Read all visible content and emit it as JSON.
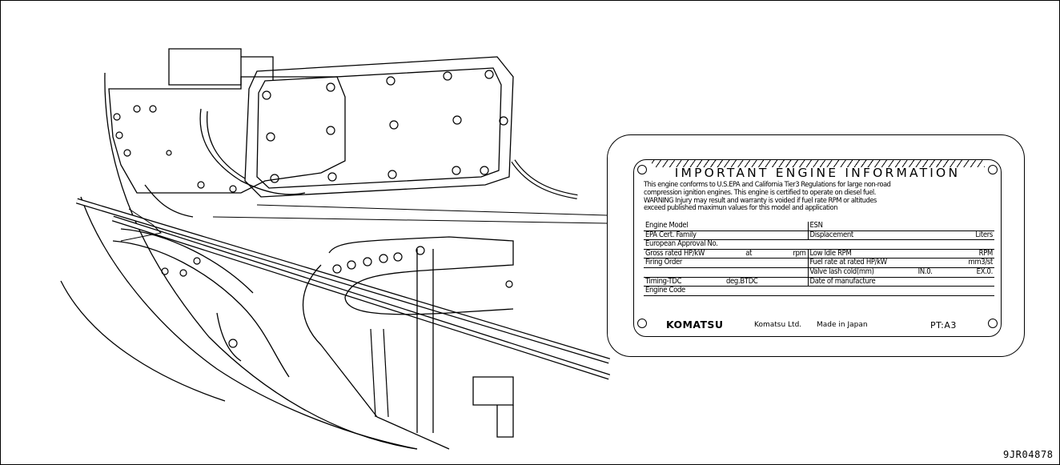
{
  "label": {
    "title": "IMPORTANT ENGINE INFORMATION",
    "intro_lines": [
      "This engine conforms to     U.S.EPA and California Tier3 Regulations for large non-road",
      "compression ignition engines. This engine is certified to operate on diesel fuel.",
      "WARNING Injury may result and warranty is voided if fuel rate RPM or altitudes",
      "exceed published maximun values for this model and application"
    ],
    "rows": [
      {
        "left": "Engine Model",
        "right": "ESN"
      },
      {
        "left": "EPA Cert. Family",
        "right": "Displacement",
        "right_unit": "Liters"
      },
      {
        "left": "European Approval No.",
        "right": ""
      },
      {
        "left": "Gross rated HP/kW",
        "left_mid": "at",
        "left_unit": "rpm",
        "right": "Low Idle RPM",
        "right_unit": "RPM"
      },
      {
        "left": "Firing Order",
        "right": "Fuel rate at rated HP/kW",
        "right_unit": "mm3/st"
      },
      {
        "left": "",
        "right": "Valve lash cold(mm)",
        "right_mid": "IN.0.",
        "right_unit": "EX.0."
      },
      {
        "left": "Timing-TDC",
        "left_unit": "deg.BTDC",
        "right": "Date of manufacture"
      },
      {
        "left": "Engine Code",
        "right": ""
      }
    ],
    "footer": {
      "brand": "KOMATSU",
      "company": "Komatsu Ltd.",
      "made_in": "Made in Japan",
      "part": "PT:A3"
    }
  },
  "figure_code": "9JR04878",
  "icons": [
    "mounting-hole-icon",
    "komatsu-logo"
  ]
}
